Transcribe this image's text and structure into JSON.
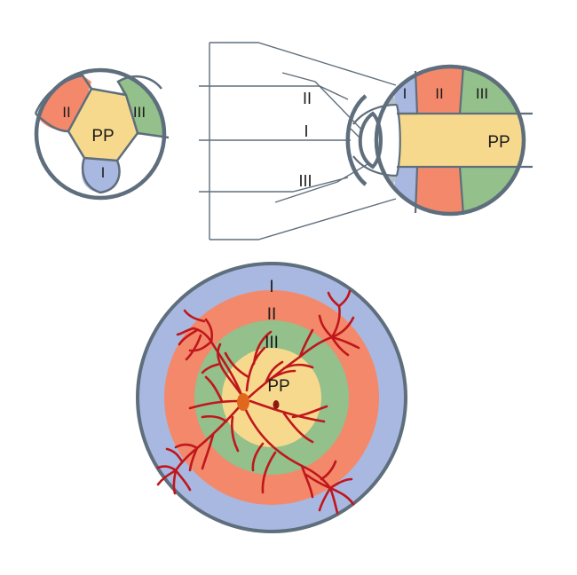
{
  "colors": {
    "zone_I": "#a9b8e0",
    "zone_II": "#f3896a",
    "zone_III": "#93c08b",
    "zone_PP": "#f7d98d",
    "outline": "#5e6e7c",
    "lens_gray": "#b7c0c8",
    "vessel": "#c0161c",
    "disc": "#e0671c",
    "fovea": "#8a1a10",
    "line": "#5e6e7c"
  },
  "small_diagram": {
    "zones": [
      {
        "key": "II",
        "label": "II"
      },
      {
        "key": "III",
        "label": "III"
      },
      {
        "key": "PP",
        "label": "PP"
      },
      {
        "key": "I",
        "label": "I"
      }
    ]
  },
  "eye_section": {
    "labels": [
      {
        "key": "II",
        "label": "II"
      },
      {
        "key": "I",
        "label": "I"
      },
      {
        "key": "III",
        "label": "III"
      }
    ],
    "zones": [
      {
        "key": "I",
        "label": "I"
      },
      {
        "key": "II",
        "label": "II"
      },
      {
        "key": "III",
        "label": "III"
      },
      {
        "key": "PP",
        "label": "PP"
      }
    ]
  },
  "fundus": {
    "rings": [
      {
        "key": "I",
        "label": "I"
      },
      {
        "key": "II",
        "label": "II"
      },
      {
        "key": "III",
        "label": "III"
      },
      {
        "key": "PP",
        "label": "PP"
      }
    ]
  }
}
